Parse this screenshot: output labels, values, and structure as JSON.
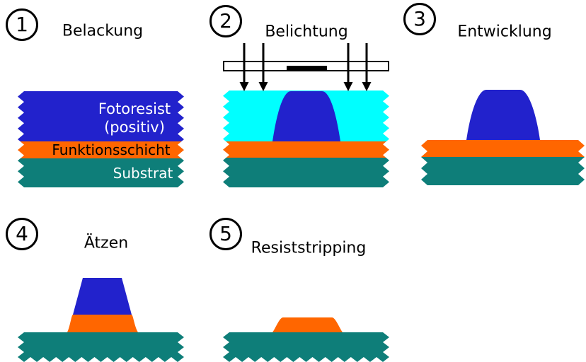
{
  "steps": [
    {
      "number": "1",
      "label": "Belackung"
    },
    {
      "number": "2",
      "label": "Belichtung"
    },
    {
      "number": "3",
      "label": "Entwicklung"
    },
    {
      "number": "4",
      "label": "Ätzen"
    },
    {
      "number": "5",
      "label": "Resiststripping"
    }
  ],
  "layers": {
    "fotoresist_line1": "Fotoresist",
    "fotoresist_line2": "(positiv)",
    "funktionsschicht": "Funktionsschicht",
    "substrat": "Substrat"
  },
  "colors": {
    "resist_blue": "#2222cc",
    "exposed_cyan": "#00ffff",
    "funktionsschicht_orange": "#ff6600",
    "substrat_teal": "#0e7e79",
    "mask_white": "#ffffff",
    "outline_black": "#000000"
  }
}
